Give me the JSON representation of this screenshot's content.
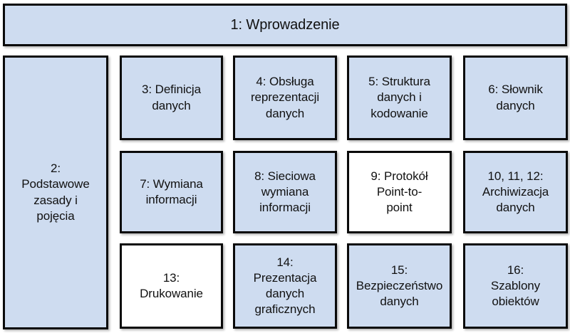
{
  "diagram": {
    "title_banner": {
      "label": "1: Wprowadzenie",
      "fill": "#cedcf0"
    },
    "side_column": {
      "label": "2:\nPodstawowe\nzasady i\npojęcia",
      "fill": "#cedcf0"
    },
    "rows": [
      {
        "boxes": [
          {
            "id": "3",
            "label": "3: Definicja\ndanych",
            "fill": "#cedcf0"
          },
          {
            "id": "4",
            "label": "4: Obsługa\nreprezentacji\ndanych",
            "fill": "#cedcf0"
          },
          {
            "id": "5",
            "label": "5: Struktura\ndanych i\nkodowanie",
            "fill": "#cedcf0"
          },
          {
            "id": "6",
            "label": "6: Słownik\ndanych",
            "fill": "#cedcf0"
          }
        ]
      },
      {
        "boxes": [
          {
            "id": "7",
            "label": "7: Wymiana\ninformacji",
            "fill": "#cedcf0"
          },
          {
            "id": "8",
            "label": "8: Sieciowa\nwymiana\ninformacji",
            "fill": "#cedcf0"
          },
          {
            "id": "9",
            "label": "9: Protokół\nPoint-to-\npoint",
            "fill": "#ffffff"
          },
          {
            "id": "10",
            "label": "10, 11, 12:\nArchiwizacja\ndanych",
            "fill": "#cedcf0"
          }
        ]
      },
      {
        "boxes": [
          {
            "id": "13",
            "label": "13:\nDrukowanie",
            "fill": "#ffffff"
          },
          {
            "id": "14",
            "label": "14:\nPrezentacja\ndanych\ngraficznych",
            "fill": "#cedcf0"
          },
          {
            "id": "15",
            "label": "15:\nBezpieczeństwo\ndanych",
            "fill": "#cedcf0"
          },
          {
            "id": "16",
            "label": "16:\nSzablony\nobiektów",
            "fill": "#cedcf0"
          }
        ]
      }
    ],
    "colors": {
      "fill_blue": "#cedcf0",
      "fill_white": "#ffffff",
      "border": "#0a0a0a",
      "text": "#111111",
      "background": "#ffffff"
    }
  }
}
